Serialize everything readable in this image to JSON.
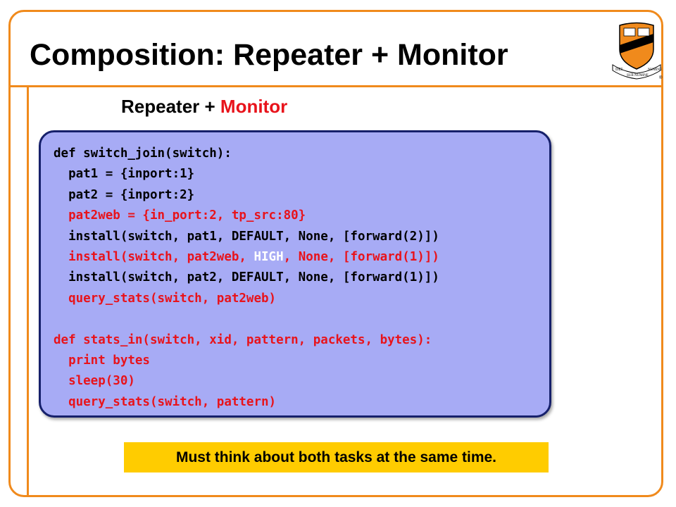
{
  "slide": {
    "title": "Composition: Repeater + Monitor",
    "subtitle_part1": "Repeater + ",
    "subtitle_part2": "Monitor",
    "note": "Must think about both tasks at the same time."
  },
  "code": {
    "l1": "def switch_join(switch):",
    "l2": "  pat1 = {inport:1}",
    "l3": "  pat2 = {inport:2}",
    "l4": "  pat2web = {in_port:2, tp_src:80}",
    "l5": "  install(switch, pat1, DEFAULT, None, [forward(2)])",
    "l6a": "  install(switch, pat2web, ",
    "l6b": "HIGH",
    "l6c": ", None, [forward(1)])",
    "l7": "  install(switch, pat2, DEFAULT, None, [forward(1)])",
    "l8": "  query_stats(switch, pat2web)",
    "l9": "def stats_in(switch, xid, pattern, packets, bytes):",
    "l10": "  print bytes",
    "l11": "  sleep(30)",
    "l12": "  query_stats(switch, pattern)"
  },
  "logo": {
    "name": "princeton-shield-logo",
    "text_left": "DEI",
    "text_right": "NUMINE",
    "text_bottom": "SUB NUMINE",
    "mark": "®"
  },
  "colors": {
    "accent_orange": "#f08a1c",
    "code_bg": "#a7abf5",
    "code_border": "#16206b",
    "highlight_red": "#e8131b",
    "note_bg": "#ffcc00"
  }
}
